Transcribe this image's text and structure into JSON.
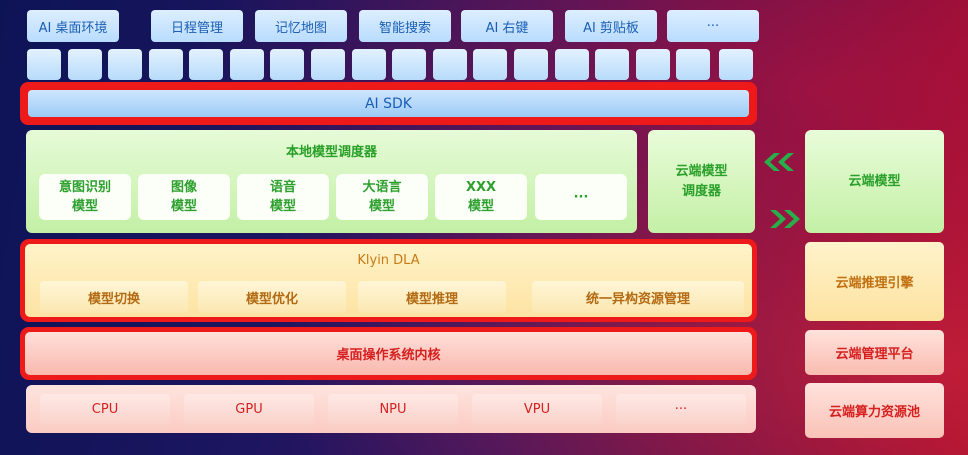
{
  "top_apps": [
    "AI 桌面环境",
    "日程管理",
    "记忆地图",
    "智能搜索",
    "AI 右键",
    "AI 剪贴板",
    "···"
  ],
  "sdk": {
    "label": "AI SDK"
  },
  "local_scheduler": {
    "title": "本地模型调度器",
    "models": [
      "意图识别\n模型",
      "图像\n模型",
      "语音\n模型",
      "大语言\n模型",
      "XXX\n模型",
      "···"
    ]
  },
  "cloud_scheduler": {
    "label": "云端模型\n调度器"
  },
  "cloud_model": {
    "label": "云端模型"
  },
  "dla": {
    "title": "Klyin DLA",
    "items": [
      "模型切换",
      "模型优化",
      "模型推理",
      "统一异构资源管理"
    ]
  },
  "kernel": {
    "label": "桌面操作系统内核"
  },
  "hardware": [
    "CPU",
    "GPU",
    "NPU",
    "VPU",
    "···"
  ],
  "cloud_stack": {
    "inference_engine": "云端推理引擎",
    "management_platform": "云端管理平台",
    "compute_pool": "云端算力资源池"
  },
  "colors": {
    "highlight_border": "#ee1a1a",
    "blue_text": "#1b5fb4",
    "green_text": "#28a028",
    "orange_text": "#b36a12",
    "red_text": "#d22222"
  }
}
